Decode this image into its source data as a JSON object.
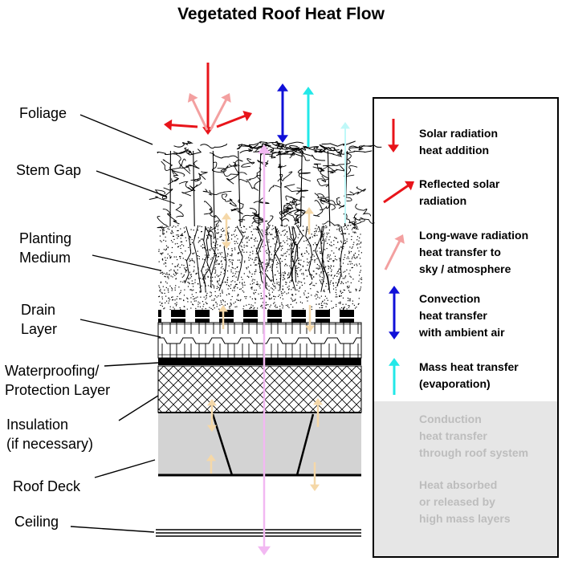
{
  "title": "Vegetated Roof Heat Flow",
  "layers": [
    {
      "id": "foliage",
      "lines": [
        "Foliage"
      ]
    },
    {
      "id": "stem-gap",
      "lines": [
        "Stem Gap"
      ]
    },
    {
      "id": "planting-medium",
      "lines": [
        "Planting",
        "Medium"
      ]
    },
    {
      "id": "drain-layer",
      "lines": [
        "Drain",
        "Layer"
      ]
    },
    {
      "id": "waterproofing",
      "lines": [
        "Waterproofing/",
        "Protection Layer"
      ]
    },
    {
      "id": "insulation",
      "lines": [
        "Insulation",
        "(if necessary)"
      ]
    },
    {
      "id": "roof-deck",
      "lines": [
        "Roof Deck"
      ]
    },
    {
      "id": "ceiling",
      "lines": [
        "Ceiling"
      ]
    }
  ],
  "legend": [
    {
      "id": "solar",
      "lines": [
        "Solar radiation",
        "heat addition"
      ],
      "color": "#e8141a",
      "muted": false
    },
    {
      "id": "reflected",
      "lines": [
        "Reflected solar",
        "radiation"
      ],
      "color": "#e8141a",
      "muted": false
    },
    {
      "id": "longwave",
      "lines": [
        "Long-wave radiation",
        "heat transfer to",
        "sky / atmosphere"
      ],
      "color": "#f3a0a0",
      "muted": false
    },
    {
      "id": "convection",
      "lines": [
        "Convection",
        "heat transfer",
        "with ambient air"
      ],
      "color": "#1010d8",
      "muted": false
    },
    {
      "id": "mass",
      "lines": [
        "Mass heat transfer",
        "(evaporation)"
      ],
      "color": "#22e8e8",
      "muted": false
    },
    {
      "id": "conduction",
      "lines": [
        "Conduction",
        "heat transfer",
        "through roof system"
      ],
      "color": "#f2b8f2",
      "muted": true
    },
    {
      "id": "absorbed",
      "lines": [
        "Heat absorbed",
        "or released by",
        "high mass layers"
      ],
      "color": "#f5d8a8",
      "muted": true
    }
  ],
  "colors": {
    "legend_shade": "#e6e6e6",
    "insulation_fill": "#d3d3d3",
    "absorbed_arrow": "#f5d8a8"
  }
}
